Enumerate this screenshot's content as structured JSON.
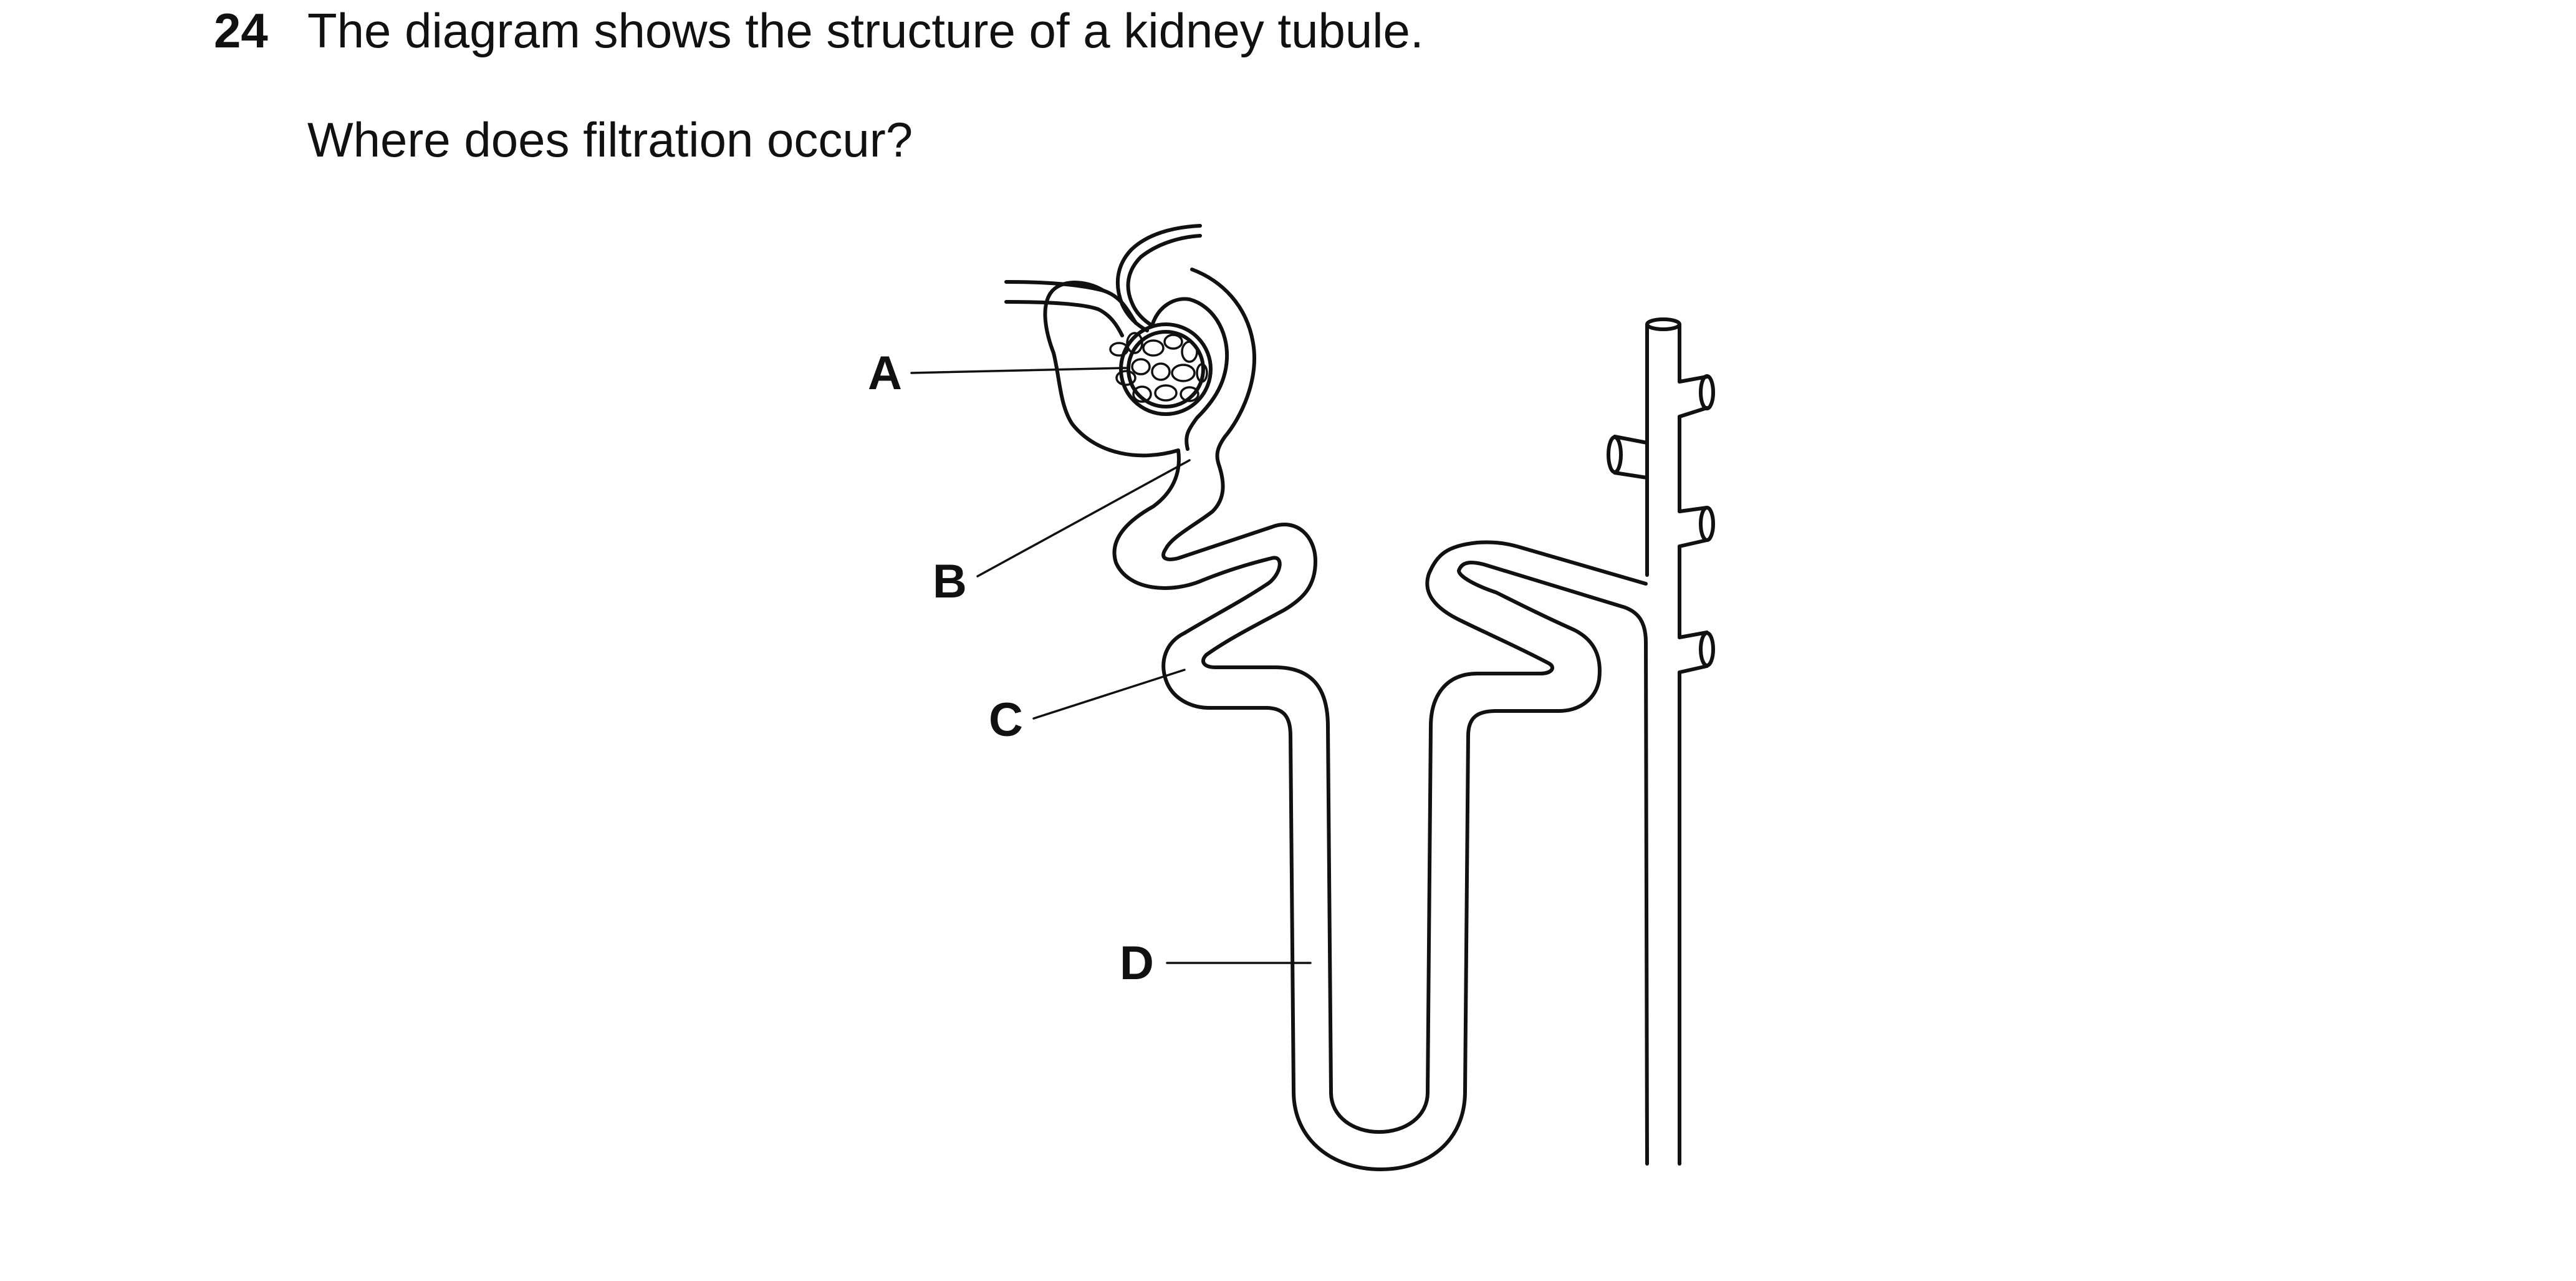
{
  "question": {
    "number": "24",
    "stem": "The diagram shows the structure of a kidney tubule.",
    "prompt": "Where does filtration occur?"
  },
  "diagram": {
    "labels": [
      "A",
      "B",
      "C",
      "D"
    ]
  }
}
